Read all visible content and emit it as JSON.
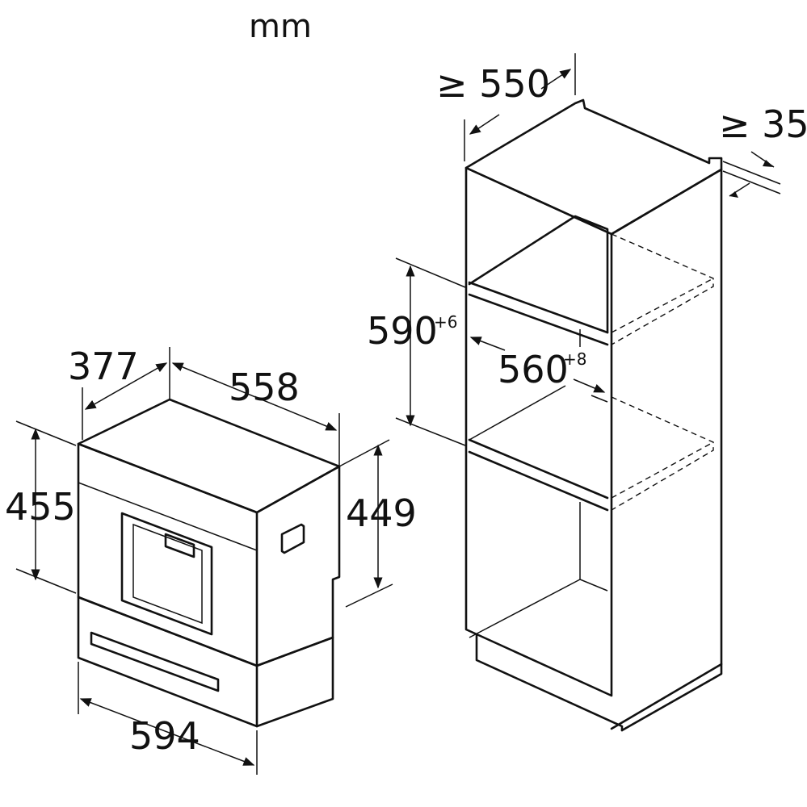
{
  "unit_label": "mm",
  "appliance": {
    "depth_label": "377",
    "width_top_label": "558",
    "height_left_label": "455",
    "height_right_label": "449",
    "width_bottom_label": "594"
  },
  "cabinet": {
    "depth_label": "≥ 550",
    "gap_label": "≥ 35",
    "niche_height_label": "590",
    "niche_height_tolerance": "+6",
    "niche_width_label": "560",
    "niche_width_tolerance": "+8"
  },
  "colors": {
    "line": "#111111",
    "background": "#ffffff"
  }
}
